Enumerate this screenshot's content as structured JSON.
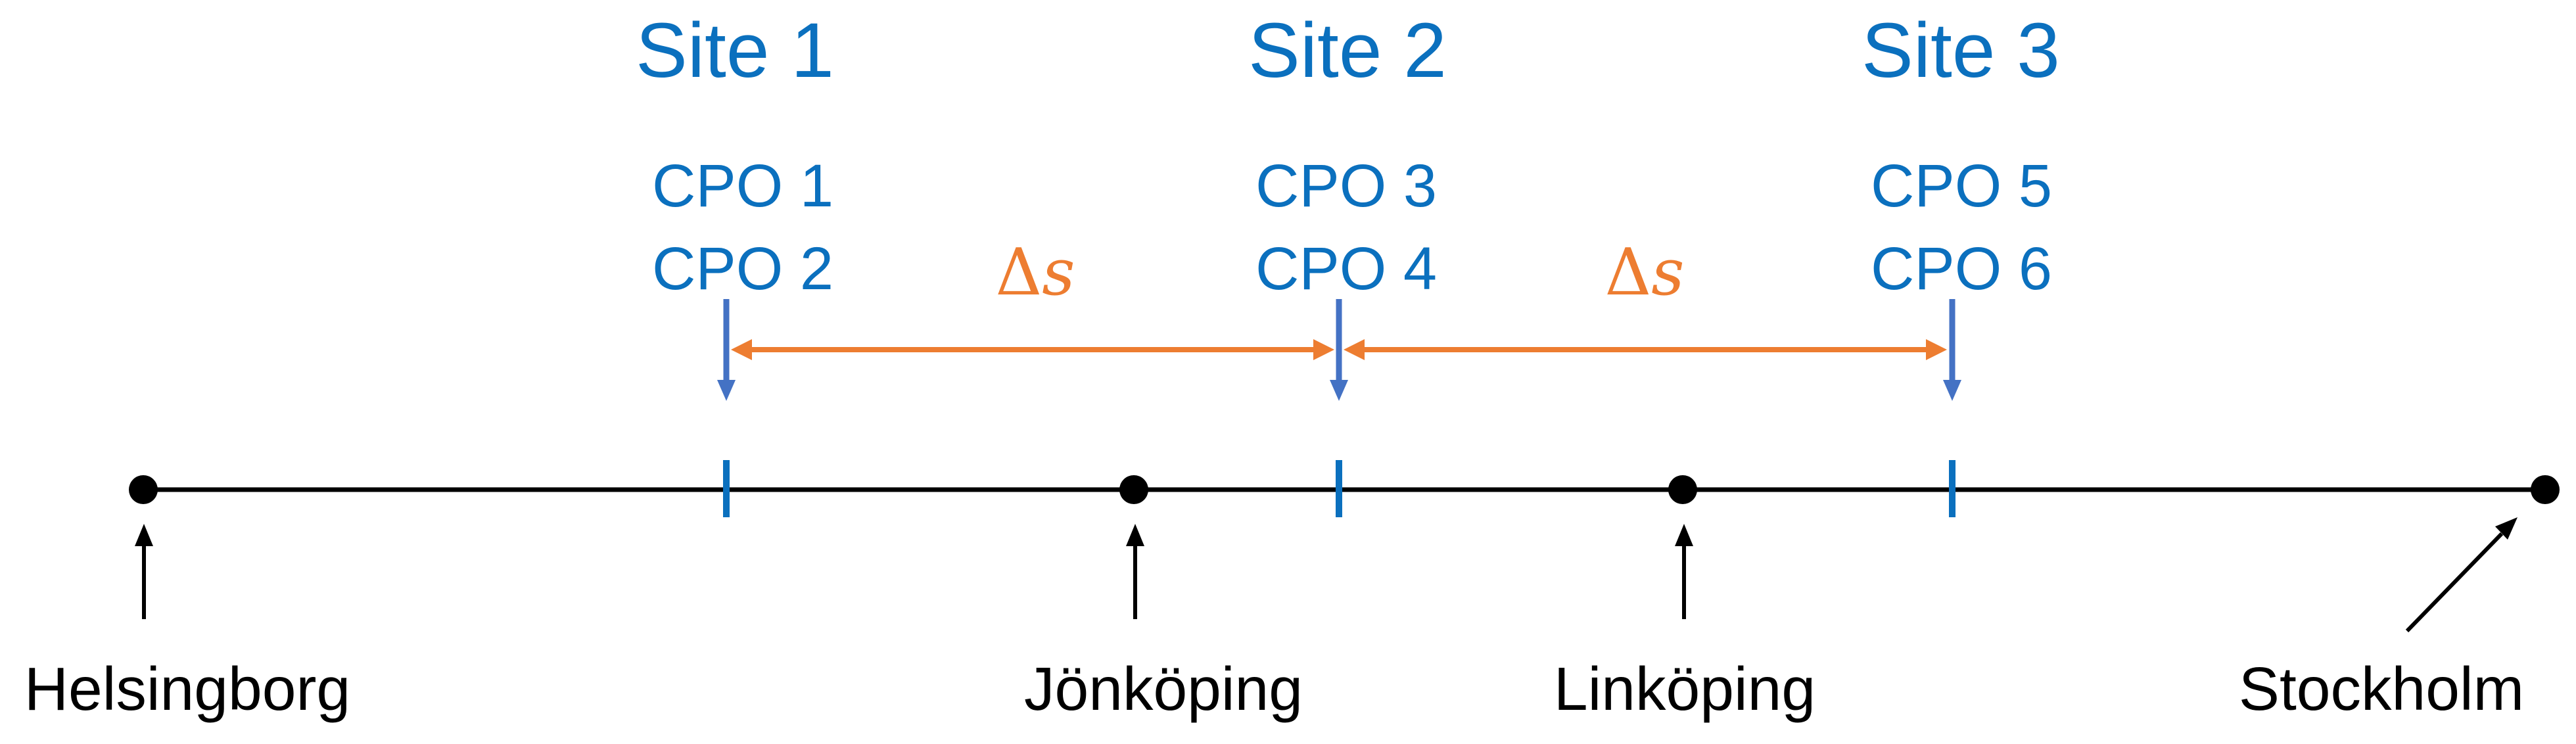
{
  "sites": [
    {
      "label": "Site 1",
      "cpos": [
        "CPO 1",
        "CPO 2"
      ]
    },
    {
      "label": "Site 2",
      "cpos": [
        "CPO 3",
        "CPO 4"
      ]
    },
    {
      "label": "Site 3",
      "cpos": [
        "CPO 5",
        "CPO 6"
      ]
    }
  ],
  "spacing": {
    "delta": "Δ",
    "s": "s"
  },
  "cities": [
    "Helsingborg",
    "Jönköping",
    "Linköping",
    "Stockholm"
  ],
  "colors": {
    "site_text": "#0b70be",
    "site_tick": "#0b70be",
    "site_down_arrow": "#4472c4",
    "spacing_accent": "#ed7d31",
    "route": "#000000"
  }
}
